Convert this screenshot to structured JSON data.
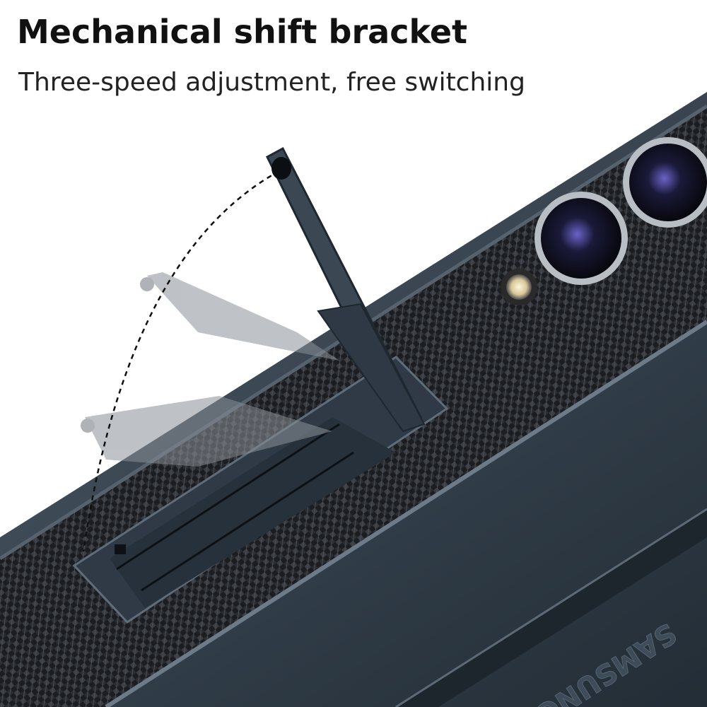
{
  "product_banner": {
    "title": "Mechanical shift bracket",
    "subtitle": "Three-speed adjustment, free switching"
  },
  "phone": {
    "brand_mark": "SAMSUNG",
    "case_color": "#2f3a45",
    "pattern": "carbon-fiber weave"
  },
  "bracket": {
    "positions": 3
  }
}
